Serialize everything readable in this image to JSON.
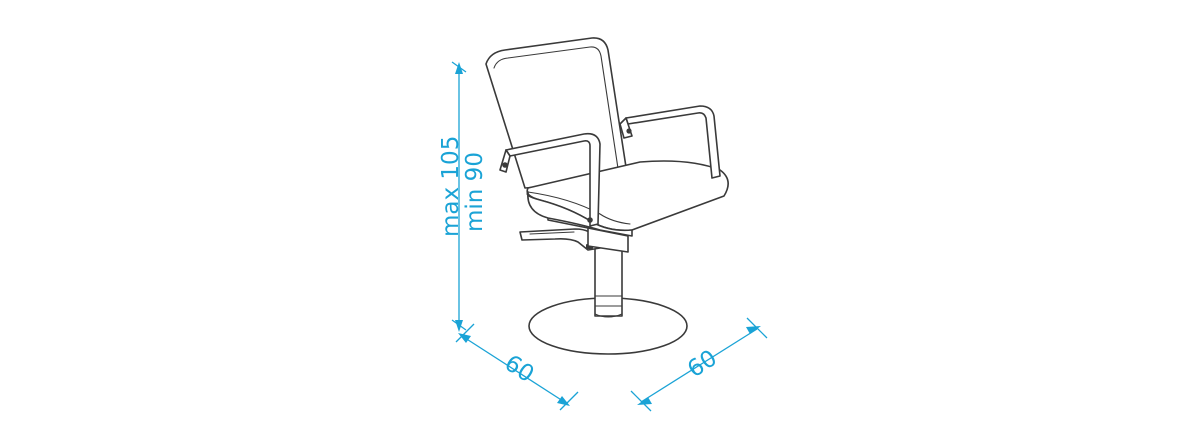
{
  "dimensions": {
    "height_max_label": "max 105",
    "height_min_label": "min 90",
    "depth_label": "60",
    "width_label": "60"
  },
  "colors": {
    "dimension": "#1aa3d6",
    "outline": "#3a3a3a",
    "background": "#ffffff"
  }
}
